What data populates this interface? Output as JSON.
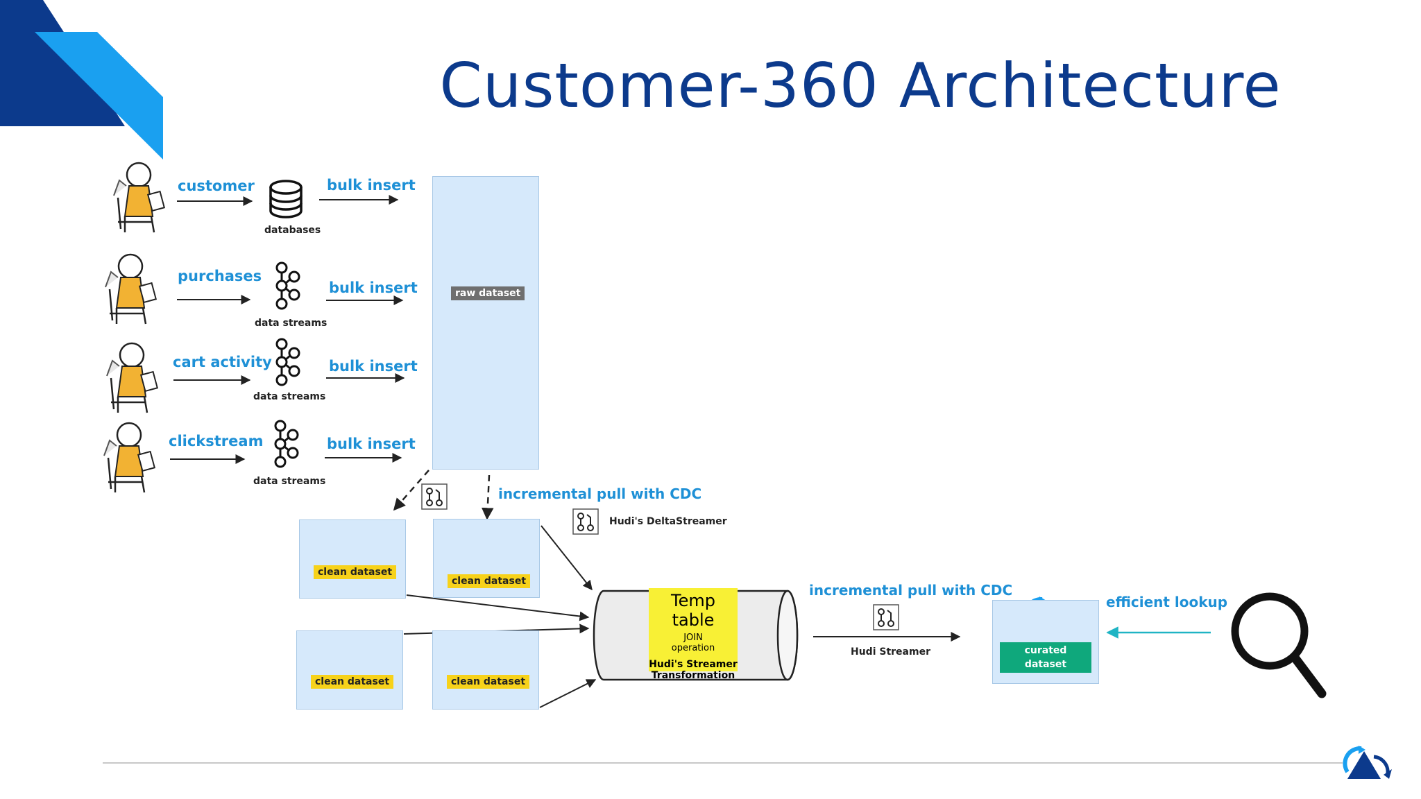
{
  "slide": {
    "title": "Customer-360 Architecture",
    "accent_dark": "#0c3a8c",
    "accent_light": "#1aa0f0"
  },
  "sources": [
    {
      "label": "customer",
      "sink": "databases",
      "sink_icon": "database-icon",
      "action": "bulk insert"
    },
    {
      "label": "purchases",
      "sink": "data streams",
      "sink_icon": "kafka-icon",
      "action": "bulk insert"
    },
    {
      "label": "cart activity",
      "sink": "data streams",
      "sink_icon": "kafka-icon",
      "action": "bulk insert"
    },
    {
      "label": "clickstream",
      "sink": "data streams",
      "sink_icon": "kafka-icon",
      "action": "bulk insert"
    }
  ],
  "raw": {
    "label": "raw dataset"
  },
  "clean": [
    {
      "label": "clean dataset"
    },
    {
      "label": "clean dataset"
    },
    {
      "label": "clean dataset"
    },
    {
      "label": "clean dataset"
    }
  ],
  "cdc": {
    "pull1": "incremental pull with CDC",
    "deltastreamer": "Hudi's DeltaStreamer",
    "pull2": "incremental pull with CDC",
    "streamer": "Hudi Streamer"
  },
  "temp_table": {
    "title": "Temp table",
    "op1": "JOIN",
    "op2": "operation",
    "t1": "Hudi's Streamer",
    "t2": "Transformation"
  },
  "curated": {
    "line1": "curated",
    "line2": "dataset"
  },
  "lookup": {
    "label": "efficient lookup",
    "icon": "magnifier-icon"
  },
  "colors": {
    "box_fill": "#d6e9fb",
    "tag_yellow": "#f7d21a",
    "tag_green": "#0fa87c",
    "label_blue": "#1e90d6"
  }
}
